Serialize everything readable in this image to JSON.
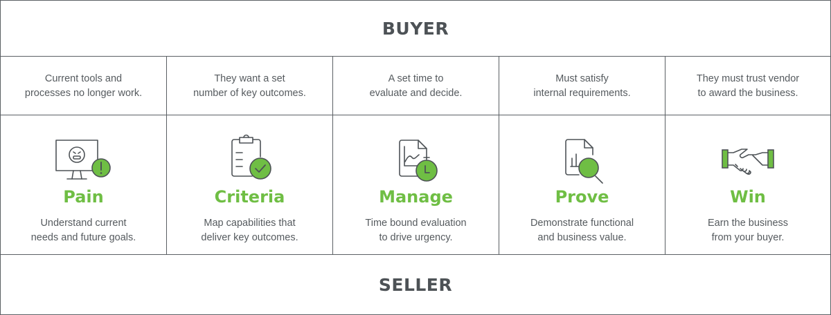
{
  "header": {
    "title": "BUYER"
  },
  "footer": {
    "title": "SELLER"
  },
  "columns": [
    {
      "buyer_text": "Current tools and\nprocesses no longer work.",
      "stage": "Pain",
      "seller_text": "Understand current\nneeds and future goals.",
      "icon": "monitor-warning-icon"
    },
    {
      "buyer_text": "They want a set\nnumber of key outcomes.",
      "stage": "Criteria",
      "seller_text": "Map capabilities that\ndeliver key outcomes.",
      "icon": "clipboard-check-icon"
    },
    {
      "buyer_text": "A set time to\nevaluate and decide.",
      "stage": "Manage",
      "seller_text": "Time bound evaluation\nto drive urgency.",
      "icon": "document-clock-icon"
    },
    {
      "buyer_text": "Must satisfy\ninternal requirements.",
      "stage": "Prove",
      "seller_text": "Demonstrate functional\nand business value.",
      "icon": "document-magnifier-icon"
    },
    {
      "buyer_text": "They must trust vendor\nto award the business.",
      "stage": "Win",
      "seller_text": "Earn the business\nfrom your buyer.",
      "icon": "handshake-icon"
    }
  ],
  "colors": {
    "accent": "#6fbe44",
    "line": "#5a5f63",
    "text": "#555a5e"
  }
}
